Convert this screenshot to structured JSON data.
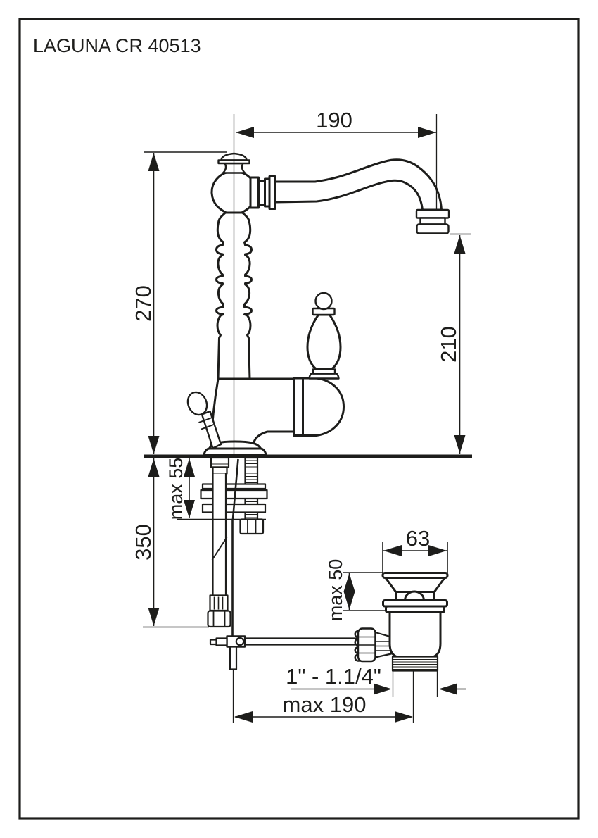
{
  "title": "LAGUNA CR 40513",
  "drawing": {
    "line_color": "#1d1d1b",
    "background_color": "#ffffff",
    "subject": "single-lever basin mixer with pop-up waste, dimensioned side view",
    "dimensions": {
      "spout_reach": "190",
      "total_height": "270",
      "outlet_height": "210",
      "max_deck_thickness": "max 55",
      "below_deck_length": "350",
      "waste_flange_width": "63",
      "max_basin_thickness": "max 50",
      "waste_thread_size": "1\" - 1.1/4\"",
      "max_rod_to_waste": "max 190"
    }
  }
}
